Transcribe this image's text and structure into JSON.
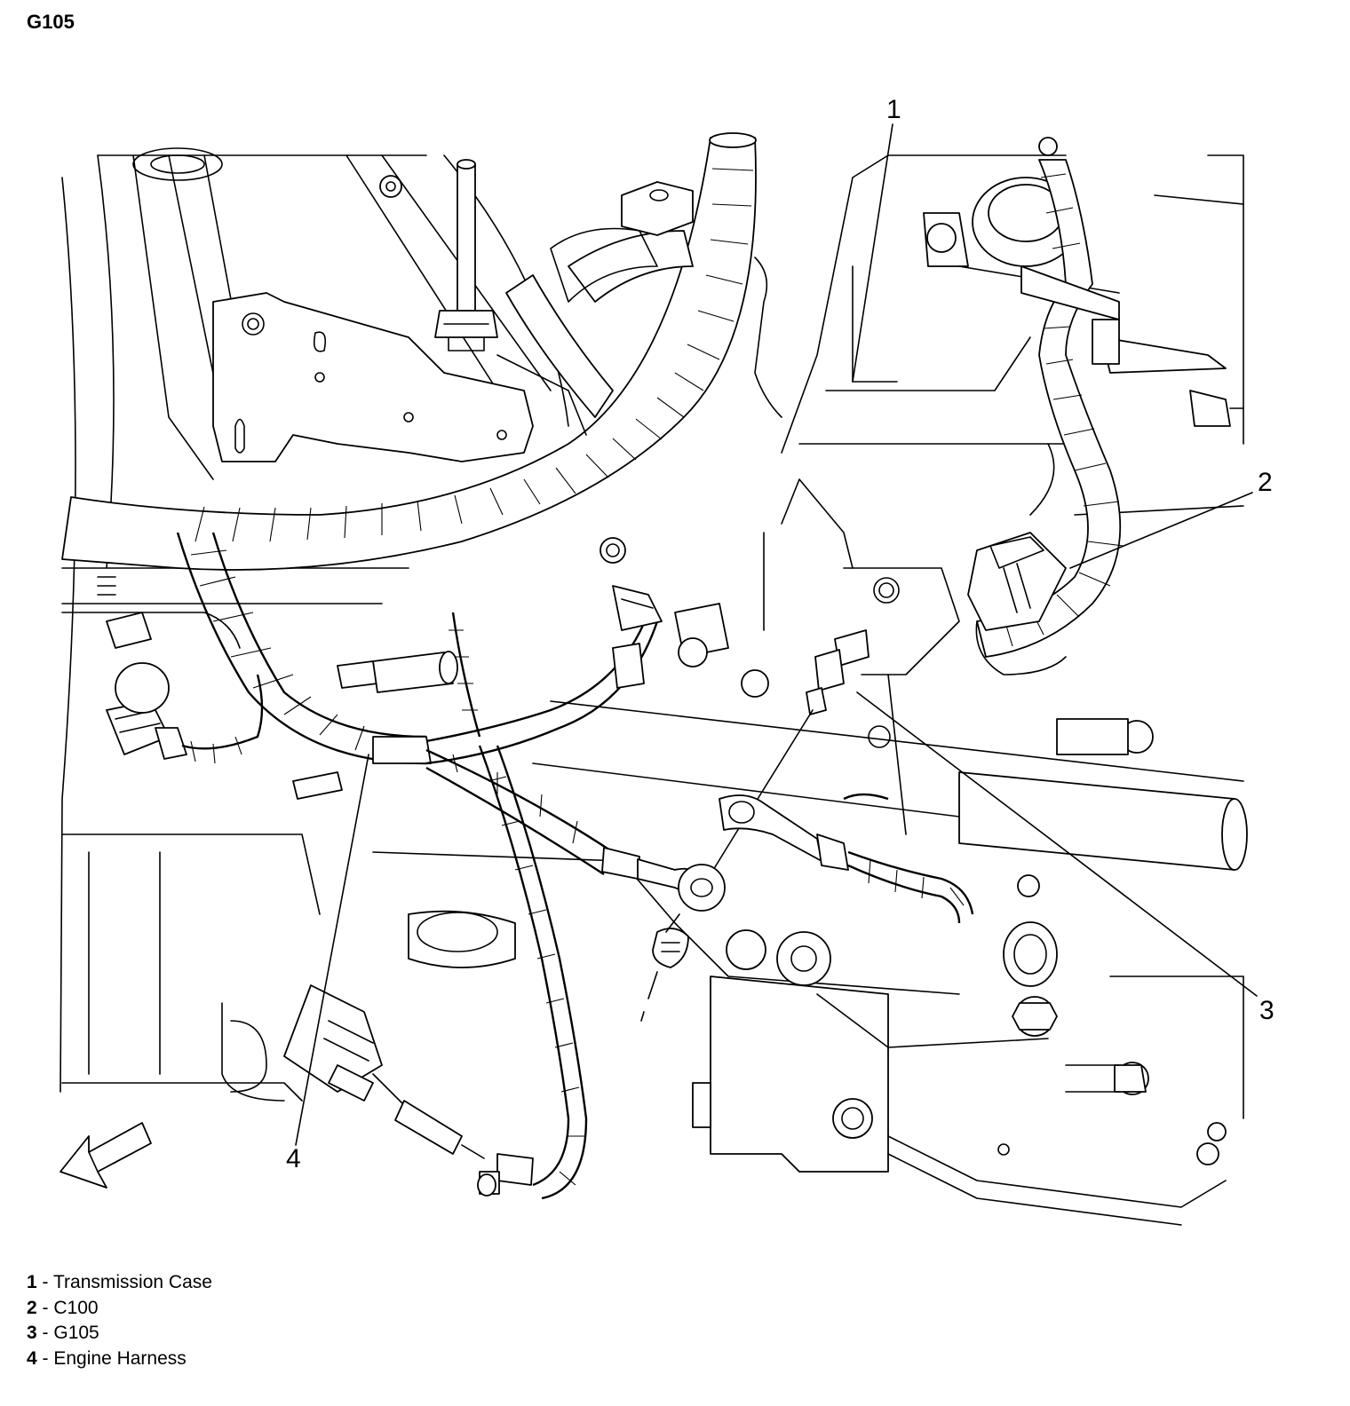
{
  "title": "G105",
  "callouts": [
    {
      "number": "1"
    },
    {
      "number": "2"
    },
    {
      "number": "3"
    },
    {
      "number": "4"
    }
  ],
  "legend": [
    {
      "number": "1",
      "separator": " - ",
      "text": "Transmission Case"
    },
    {
      "number": "2",
      "separator": " - ",
      "text": "C100"
    },
    {
      "number": "3",
      "separator": " - ",
      "text": "G105"
    },
    {
      "number": "4",
      "separator": " - ",
      "text": "Engine Harness"
    }
  ]
}
